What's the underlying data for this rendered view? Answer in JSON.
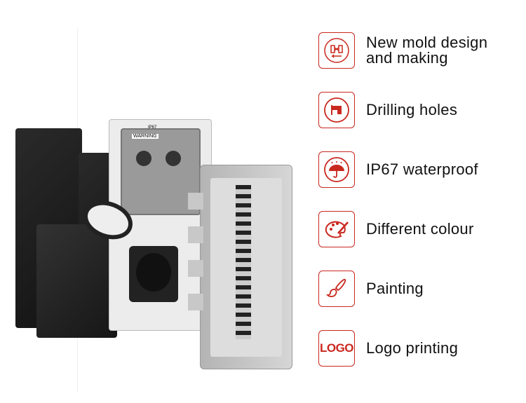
{
  "accent_color": "#c9281f",
  "features": [
    {
      "icon": "mold-icon",
      "label_lines": [
        "New mold design",
        "and making"
      ]
    },
    {
      "icon": "drill-icon",
      "label_lines": [
        "Drilling holes"
      ]
    },
    {
      "icon": "umbrella-icon",
      "label_lines": [
        "IP67 waterproof"
      ]
    },
    {
      "icon": "palette-icon",
      "label_lines": [
        "Different colour"
      ]
    },
    {
      "icon": "brush-icon",
      "label_lines": [
        "Painting"
      ]
    },
    {
      "icon": "logo-icon",
      "icon_text": "LOGO",
      "label_lines": [
        "Logo printing"
      ]
    }
  ],
  "product": {
    "label_text": "IP67",
    "warning_text": "WARNING"
  }
}
